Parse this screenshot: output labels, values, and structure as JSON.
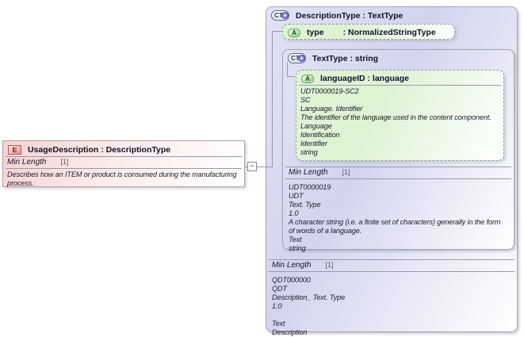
{
  "colors": {
    "complex_type_fill": "#d5d5ef",
    "attribute_fill": "#ddf3d5",
    "element_fill": "#f6d6d6",
    "border": "#a6a6ae",
    "connector": "#98989f",
    "attribute_icon_green": "#96d496",
    "element_icon_red": "#ec9494",
    "ct_icon_purple": "#8585d6"
  },
  "icons": {
    "element": "E",
    "complex_type": "CT",
    "attribute": "A",
    "expand_plus": "+",
    "collapse_minus": "−"
  },
  "element_box": {
    "title": "UsageDescription : DescriptionType",
    "facet": {
      "label": "Min Length",
      "cardinality": "[1]"
    },
    "description": "Describes how an ITEM or product is consumed during the manufacturing process."
  },
  "complex_type_box": {
    "title": "DescriptionType : TextType",
    "attribute": {
      "name": "type",
      "type": ": NormalizedStringType"
    },
    "base_type_box": {
      "title": "TextType : string",
      "attribute": {
        "title": "languageID : language",
        "details": [
          "UDT0000019-SC2",
          "SC",
          "Language. Identifier",
          "The identifier of the language used in the content component.",
          "Language",
          "Identification",
          "Identifier",
          "string"
        ]
      },
      "facet": {
        "label": "Min Length",
        "cardinality": "[1]"
      },
      "details": [
        "UDT0000019",
        "UDT",
        "Text. Type",
        "1.0",
        "A character string (i.e. a finite set of characters) generally in the form of words of a language.",
        "Text",
        "string"
      ]
    },
    "facet": {
      "label": "Min Length",
      "cardinality": "[1]"
    },
    "details": [
      "QDT000000",
      "QDT",
      "Description_ Text. Type",
      "1.0",
      "",
      "Text",
      "Description"
    ]
  }
}
